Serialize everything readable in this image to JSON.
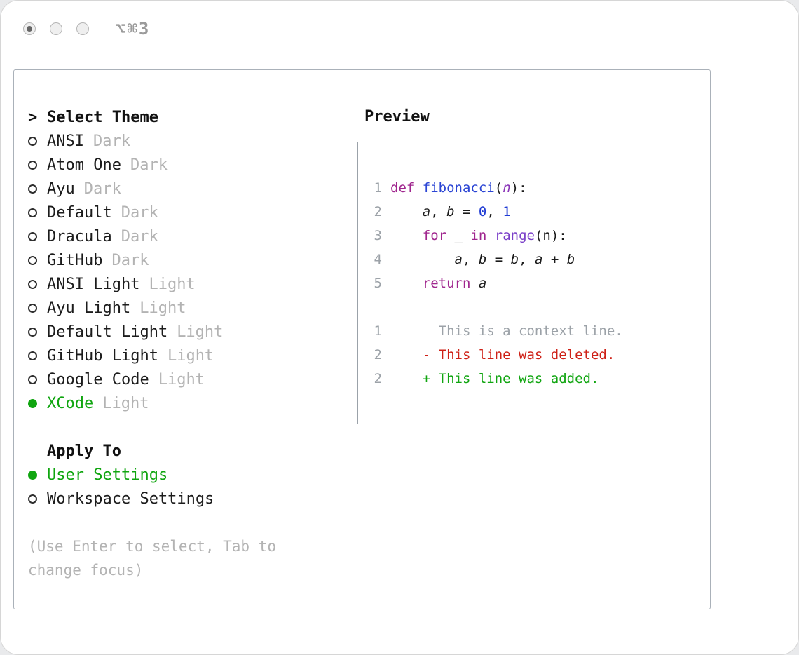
{
  "window": {
    "shortcut_label": "⌥⌘3"
  },
  "theme_picker": {
    "prompt": ">",
    "title": "Select Theme",
    "items": [
      {
        "name": "ANSI",
        "variant": "Dark",
        "selected": false
      },
      {
        "name": "Atom One",
        "variant": "Dark",
        "selected": false
      },
      {
        "name": "Ayu",
        "variant": "Dark",
        "selected": false
      },
      {
        "name": "Default",
        "variant": "Dark",
        "selected": false
      },
      {
        "name": "Dracula",
        "variant": "Dark",
        "selected": false
      },
      {
        "name": "GitHub",
        "variant": "Dark",
        "selected": false
      },
      {
        "name": "ANSI Light",
        "variant": "Light",
        "selected": false
      },
      {
        "name": "Ayu Light",
        "variant": "Light",
        "selected": false
      },
      {
        "name": "Default Light",
        "variant": "Light",
        "selected": false
      },
      {
        "name": "GitHub Light",
        "variant": "Light",
        "selected": false
      },
      {
        "name": "Google Code",
        "variant": "Light",
        "selected": false
      },
      {
        "name": "XCode",
        "variant": "Light",
        "selected": true
      }
    ]
  },
  "apply_to": {
    "title": "Apply To",
    "options": [
      {
        "label": "User Settings",
        "selected": true
      },
      {
        "label": "Workspace Settings",
        "selected": false
      }
    ]
  },
  "hint": "(Use Enter to select, Tab to change focus)",
  "preview": {
    "title": "Preview",
    "lines": [
      {
        "num": "1",
        "tokens": [
          {
            "t": "def",
            "c": "kw"
          },
          {
            "t": " "
          },
          {
            "t": "fibonacci",
            "c": "fn"
          },
          {
            "t": "("
          },
          {
            "t": "n",
            "c": "param"
          },
          {
            "t": "):"
          }
        ]
      },
      {
        "num": "2",
        "tokens": [
          {
            "t": "    "
          },
          {
            "t": "a",
            "c": "var"
          },
          {
            "t": ", "
          },
          {
            "t": "b",
            "c": "var"
          },
          {
            "t": " = "
          },
          {
            "t": "0",
            "c": "num"
          },
          {
            "t": ", "
          },
          {
            "t": "1",
            "c": "num"
          }
        ]
      },
      {
        "num": "3",
        "tokens": [
          {
            "t": "    "
          },
          {
            "t": "for",
            "c": "kw"
          },
          {
            "t": " _ "
          },
          {
            "t": "in",
            "c": "kw"
          },
          {
            "t": " "
          },
          {
            "t": "range",
            "c": "call"
          },
          {
            "t": "(n):"
          }
        ]
      },
      {
        "num": "4",
        "tokens": [
          {
            "t": "        "
          },
          {
            "t": "a",
            "c": "var"
          },
          {
            "t": ", "
          },
          {
            "t": "b",
            "c": "var"
          },
          {
            "t": " = "
          },
          {
            "t": "b",
            "c": "var"
          },
          {
            "t": ", "
          },
          {
            "t": "a",
            "c": "var"
          },
          {
            "t": " + "
          },
          {
            "t": "b",
            "c": "var"
          }
        ]
      },
      {
        "num": "5",
        "tokens": [
          {
            "t": "    "
          },
          {
            "t": "return",
            "c": "kw"
          },
          {
            "t": " "
          },
          {
            "t": "a",
            "c": "var"
          }
        ]
      },
      {
        "num": "",
        "tokens": []
      },
      {
        "num": "1",
        "tokens": [
          {
            "t": "      This is a context line.",
            "c": "ctx"
          }
        ]
      },
      {
        "num": "2",
        "tokens": [
          {
            "t": "    - This line was deleted.",
            "c": "del"
          }
        ]
      },
      {
        "num": "2",
        "tokens": [
          {
            "t": "    + This line was added.",
            "c": "add"
          }
        ]
      }
    ]
  },
  "colors": {
    "accent_green": "#10A510",
    "keyword": "#A0268E",
    "function_name": "#2B45D4",
    "number": "#1F3BD4",
    "function_call": "#7A3FC8",
    "parameter": "#8A34B8",
    "diff_deleted": "#CE2117",
    "diff_added": "#10A510",
    "muted_gray": "#9CA2A8",
    "variant_gray": "#B3B3B3"
  }
}
